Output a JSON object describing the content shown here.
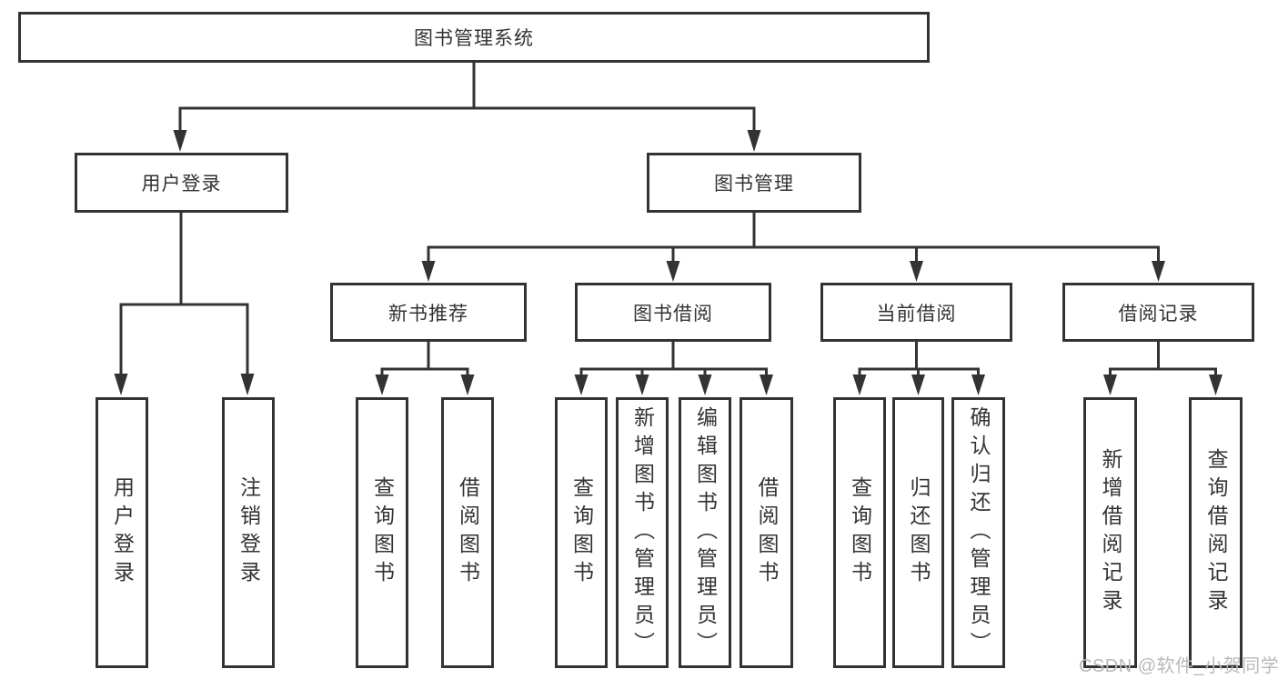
{
  "diagram": {
    "root": {
      "label": "图书管理系统"
    },
    "level2": {
      "user_login": {
        "label": "用户登录"
      },
      "book_management": {
        "label": "图书管理"
      }
    },
    "level3": {
      "new_book_recommend": {
        "label": "新书推荐"
      },
      "book_borrowing": {
        "label": "图书借阅"
      },
      "current_borrowing": {
        "label": "当前借阅"
      },
      "borrowing_records": {
        "label": "借阅记录"
      }
    },
    "leaves": {
      "user_login": {
        "label": "用户登录"
      },
      "logout": {
        "label": "注销登录"
      },
      "query_book_recommend": {
        "label": "查询图书"
      },
      "borrow_book_recommend": {
        "label": "借阅图书"
      },
      "query_book_borrowing": {
        "label": "查询图书"
      },
      "add_book_admin": {
        "label": "新增图书（管理员）"
      },
      "edit_book_admin": {
        "label": "编辑图书（管理员）"
      },
      "borrow_book_borrowing": {
        "label": "借阅图书"
      },
      "query_book_current": {
        "label": "查询图书"
      },
      "return_book": {
        "label": "归还图书"
      },
      "confirm_return_admin": {
        "label": "确认归还（管理员）"
      },
      "add_borrow_record": {
        "label": "新增借阅记录"
      },
      "query_borrow_record": {
        "label": "查询借阅记录"
      }
    }
  },
  "watermark": {
    "text": "CSDN @软件_小贺同学"
  },
  "colors": {
    "line": "#333333",
    "box_border": "#333333",
    "text": "#333333",
    "watermark": "#b9b9b9",
    "background": "#ffffff"
  }
}
